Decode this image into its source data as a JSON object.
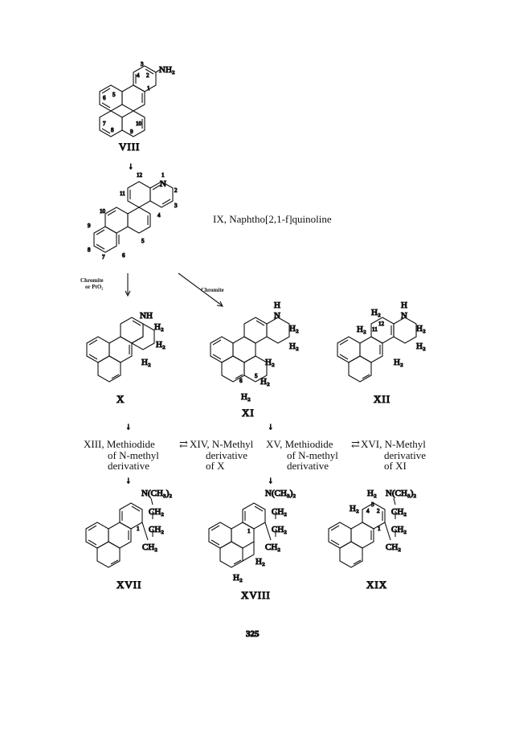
{
  "page_number": "325",
  "compounds": {
    "viii": {
      "label": "VIII",
      "group": "NH₂",
      "positions": [
        "1",
        "2",
        "3",
        "4",
        "5",
        "6",
        "7",
        "8",
        "9",
        "10"
      ]
    },
    "ix": {
      "label": "IX, Naphtho[2,1-f]quinoline",
      "n": "N",
      "positions": [
        "1",
        "2",
        "3",
        "4",
        "5",
        "6",
        "7",
        "8",
        "9",
        "10",
        "11",
        "12"
      ]
    },
    "x": {
      "label": "X",
      "nh": "NH",
      "h2": "H₂"
    },
    "xi": {
      "label": "XI",
      "h": "H",
      "n": "N",
      "h2": "H₂",
      "pos5": "5",
      "pos6": "6"
    },
    "xii": {
      "label": "XII",
      "h": "H",
      "n": "N",
      "h2": "H₂",
      "pos11": "11",
      "pos12": "12"
    },
    "xvii": {
      "label": "XVII",
      "nme2": "N(CH₃)₂",
      "ch2": "CH₂",
      "pos1": "1"
    },
    "xviii": {
      "label": "XVIII",
      "nme2": "N(CH₃)₂",
      "ch2": "CH₂",
      "h2": "H₂",
      "pos1": "1"
    },
    "xix": {
      "label": "XIX",
      "nme2": "N(CH₃)₂",
      "ch2": "CH₂",
      "h2": "H₂",
      "pos1": "1",
      "pos2": "2",
      "pos3": "3",
      "pos4": "4"
    }
  },
  "reagents": {
    "left_line1": "Chromite",
    "left_line2": "or PtO₂",
    "diagonal": "Chromite"
  },
  "scheme_row": {
    "xiii": "XIII, Methiodide",
    "eq": "⇄",
    "xiv": "XIV, N-Methyl",
    "xv": "XV, Methiodide",
    "xvi": "XVI, N-Methyl",
    "of_n_methyl_1": "of N-methyl",
    "derivative_1": "derivative",
    "derivative_2": "derivative",
    "of_x": "of X",
    "of_n_methyl_2": "of N-methyl",
    "derivative_3": "derivative",
    "derivative_4": "derivative",
    "of_xi": "of XI"
  },
  "arrows": {
    "down": "↓"
  }
}
